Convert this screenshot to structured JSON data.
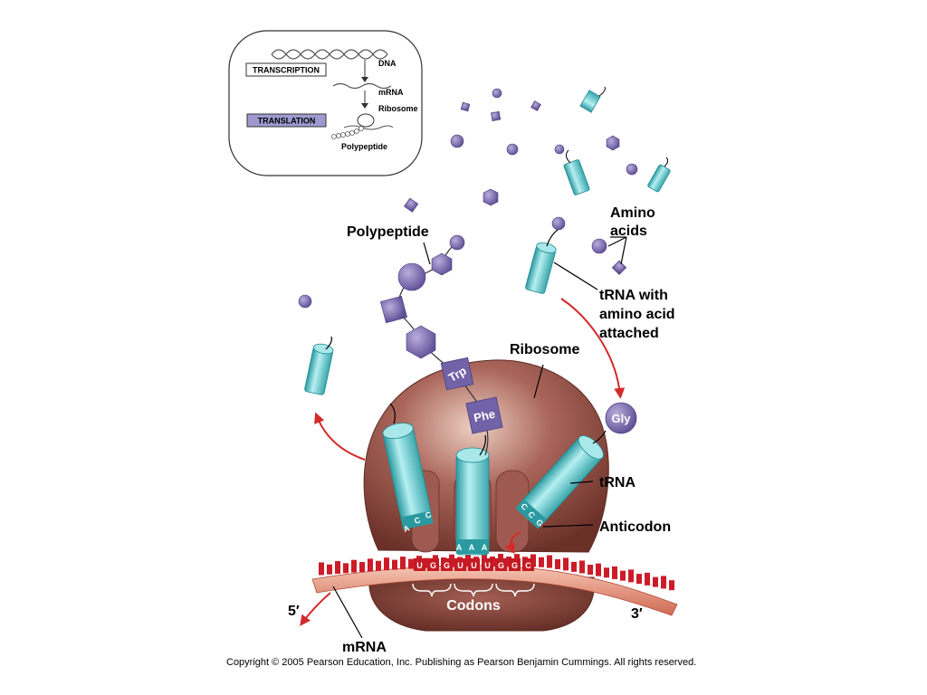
{
  "labels": {
    "polypeptide": "Polypeptide",
    "amino_acids_line1": "Amino",
    "amino_acids_line2": "acids",
    "trna_attached_line1": "tRNA with",
    "trna_attached_line2": "amino acid",
    "trna_attached_line3": "attached",
    "ribosome": "Ribosome",
    "trna": "tRNA",
    "anticodon": "Anticodon",
    "codons": "Codons",
    "five_prime": "5′",
    "three_prime": "3′",
    "mrna": "mRNA"
  },
  "inset": {
    "transcription": "TRANSCRIPTION",
    "translation": "TRANSLATION",
    "dna": "DNA",
    "mrna": "mRNA",
    "ribosome": "Ribosome",
    "polypeptide": "Polypeptide"
  },
  "amino_acid_labels": {
    "trp": "Trp",
    "phe": "Phe",
    "gly": "Gly"
  },
  "anticodons": {
    "left": [
      "A",
      "C",
      "C"
    ],
    "middle": [
      "A",
      "A",
      "A"
    ],
    "right": [
      "C",
      "C",
      "G"
    ]
  },
  "codons": [
    "U",
    "G",
    "G",
    "U",
    "U",
    "U",
    "G",
    "G",
    "C"
  ],
  "copyright": "Copyright ©  2005 Pearson Education, Inc. Publishing as Pearson Benjamin Cummings. All rights reserved.",
  "colors": {
    "amino_acid": "#7e70b0",
    "trna": "#5cc2c7",
    "ribosome": "#8c4a40",
    "mrna_strand": "#e08068",
    "mrna_bases": "#cc1c28",
    "arrow": "#d42a2a"
  }
}
